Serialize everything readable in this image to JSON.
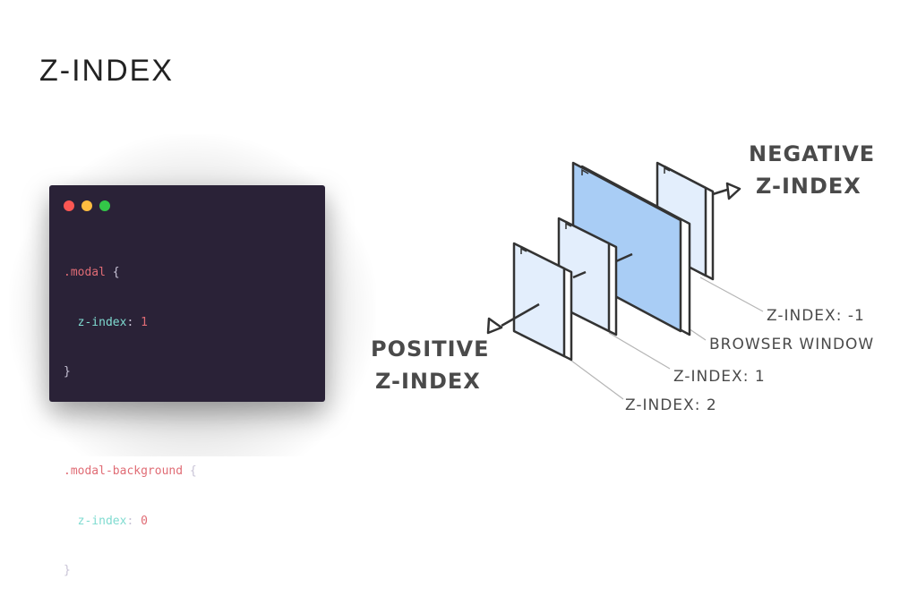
{
  "slide": {
    "title": "Z-INDEX"
  },
  "code_window": {
    "lines": [
      {
        "selector": ".modal",
        "open": " {"
      },
      {
        "indent": "  ",
        "property": "z-index",
        "colon": ": ",
        "value": "1"
      },
      {
        "close": "}"
      },
      {
        "blank": ""
      },
      {
        "selector": ".modal-background",
        "open": " {"
      },
      {
        "indent": "  ",
        "property": "z-index",
        "colon": ": ",
        "value": "0"
      },
      {
        "close": "}"
      }
    ],
    "colors": {
      "background": "#2a2237",
      "selector": "#e06c75",
      "property": "#7fdbd0",
      "number": "#e06c75",
      "traffic_red": "#fc5753",
      "traffic_yellow": "#fdbc40",
      "traffic_green": "#33c748"
    }
  },
  "diagram": {
    "negative_label": [
      "NEGATIVE",
      "Z-INDEX"
    ],
    "positive_label": [
      "POSITIVE",
      "Z-INDEX"
    ],
    "layer_labels": {
      "neg1": "Z-INDEX: -1",
      "browser": "BROWSER WINDOW",
      "one": "Z-INDEX: 1",
      "two": "Z-INDEX: 2"
    },
    "colors": {
      "browser_fill": "#a9cdf5",
      "panel_fill": "#e3eefc",
      "stroke": "#333333"
    }
  }
}
